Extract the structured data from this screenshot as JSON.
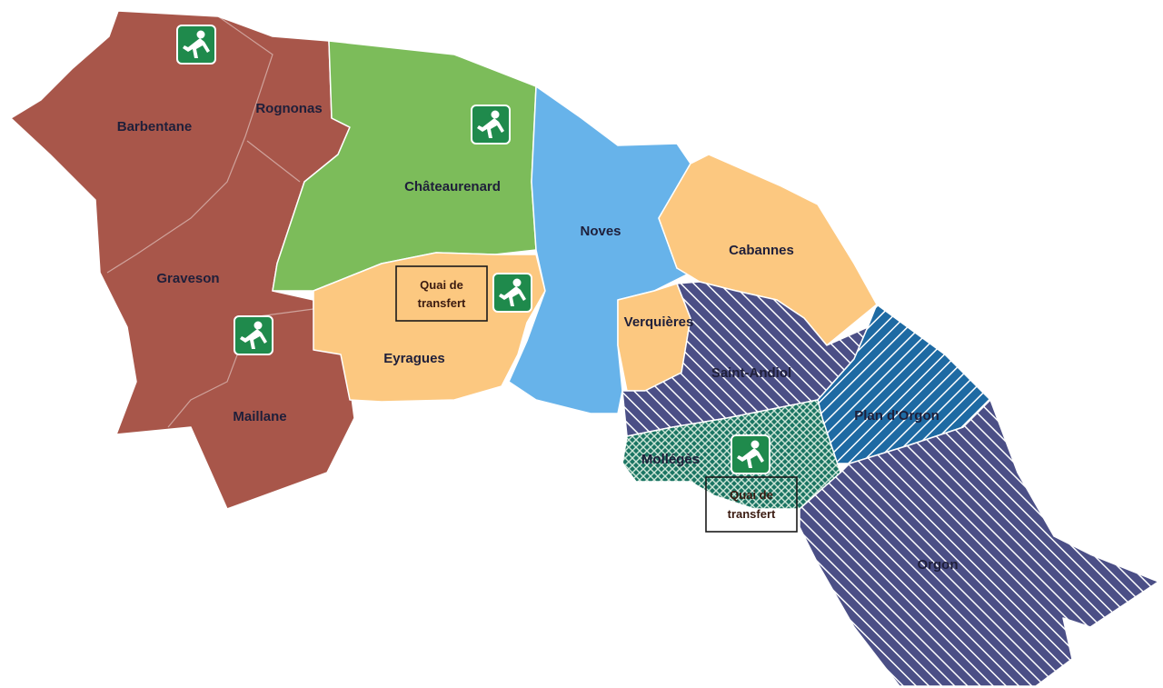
{
  "colors": {
    "brown": "#a8564a",
    "green": "#7cbc5a",
    "blue": "#67b3ea",
    "orange": "#fcc880",
    "hatch_purple": "#4b4f86",
    "hatch_blue": "#1e6aa3",
    "hatch_green": "#1b7563",
    "icon_green": "#1f8a4c"
  },
  "communes": {
    "barbentane": "Barbentane",
    "rognonas": "Rognonas",
    "graveson": "Graveson",
    "maillane": "Maillane",
    "chateaurenard": "Châteaurenard",
    "eyragues": "Eyragues",
    "noves": "Noves",
    "cabannes": "Cabannes",
    "verquieres": "Verquières",
    "saint_andiol": "Saint-Andiol",
    "plan_dorgon": "Plan d'Orgon",
    "molleges": "Mollégès",
    "orgon": "Orgon"
  },
  "quai": {
    "line1": "Quai de",
    "line2": "transfert"
  },
  "icons": {
    "facility": "waste-facility-icon"
  }
}
